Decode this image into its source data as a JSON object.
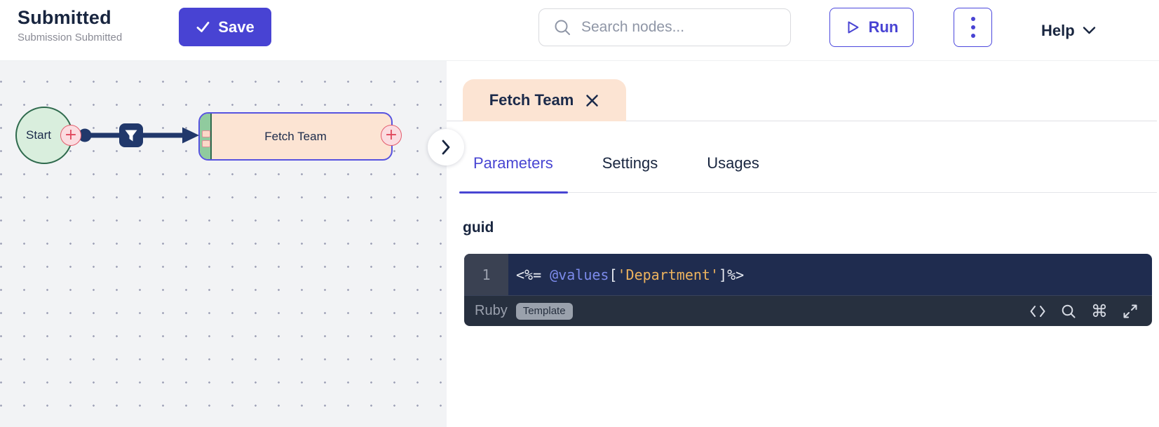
{
  "header": {
    "title": "Submitted",
    "subtitle": "Submission Submitted",
    "save_label": "Save",
    "search_placeholder": "Search nodes...",
    "run_label": "Run",
    "help_label": "Help"
  },
  "canvas": {
    "start_node_label": "Start",
    "fetch_node_label": "Fetch Team",
    "plus_icon": "+"
  },
  "panel": {
    "tab_label": "Fetch Team",
    "tabs": [
      {
        "label": "Parameters",
        "active": true
      },
      {
        "label": "Settings",
        "active": false
      },
      {
        "label": "Usages",
        "active": false
      }
    ],
    "field_label": "guid",
    "editor": {
      "line_number": "1",
      "code_full": "<%= @values['Department']%>",
      "code_open": "<%= ",
      "code_var": "@values",
      "code_bracket_open": "[",
      "code_string": "'Department'",
      "code_bracket_close": "]",
      "code_close": "%>",
      "language": "Ruby",
      "badge": "Template",
      "command_glyph": "⌘"
    }
  },
  "colors": {
    "accent_indigo": "#4843d3",
    "node_border_indigo": "#5753e0",
    "peach": "#fce4d3",
    "navy_text": "#18253f",
    "edge_navy": "#21386b",
    "start_green_fill": "#d9eedd",
    "start_green_border": "#2f6a4d",
    "strip_green": "#90cb9e",
    "badge_pink_fill": "#fbdce0",
    "badge_red": "#e35d6d",
    "canvas_bg": "#f2f3f5",
    "editor_bg": "#1f2c4f",
    "gutter_bg": "#3a4152",
    "footer_bg": "#27303f",
    "code_var_color": "#7c8beb",
    "code_string_color": "#edb35e"
  }
}
